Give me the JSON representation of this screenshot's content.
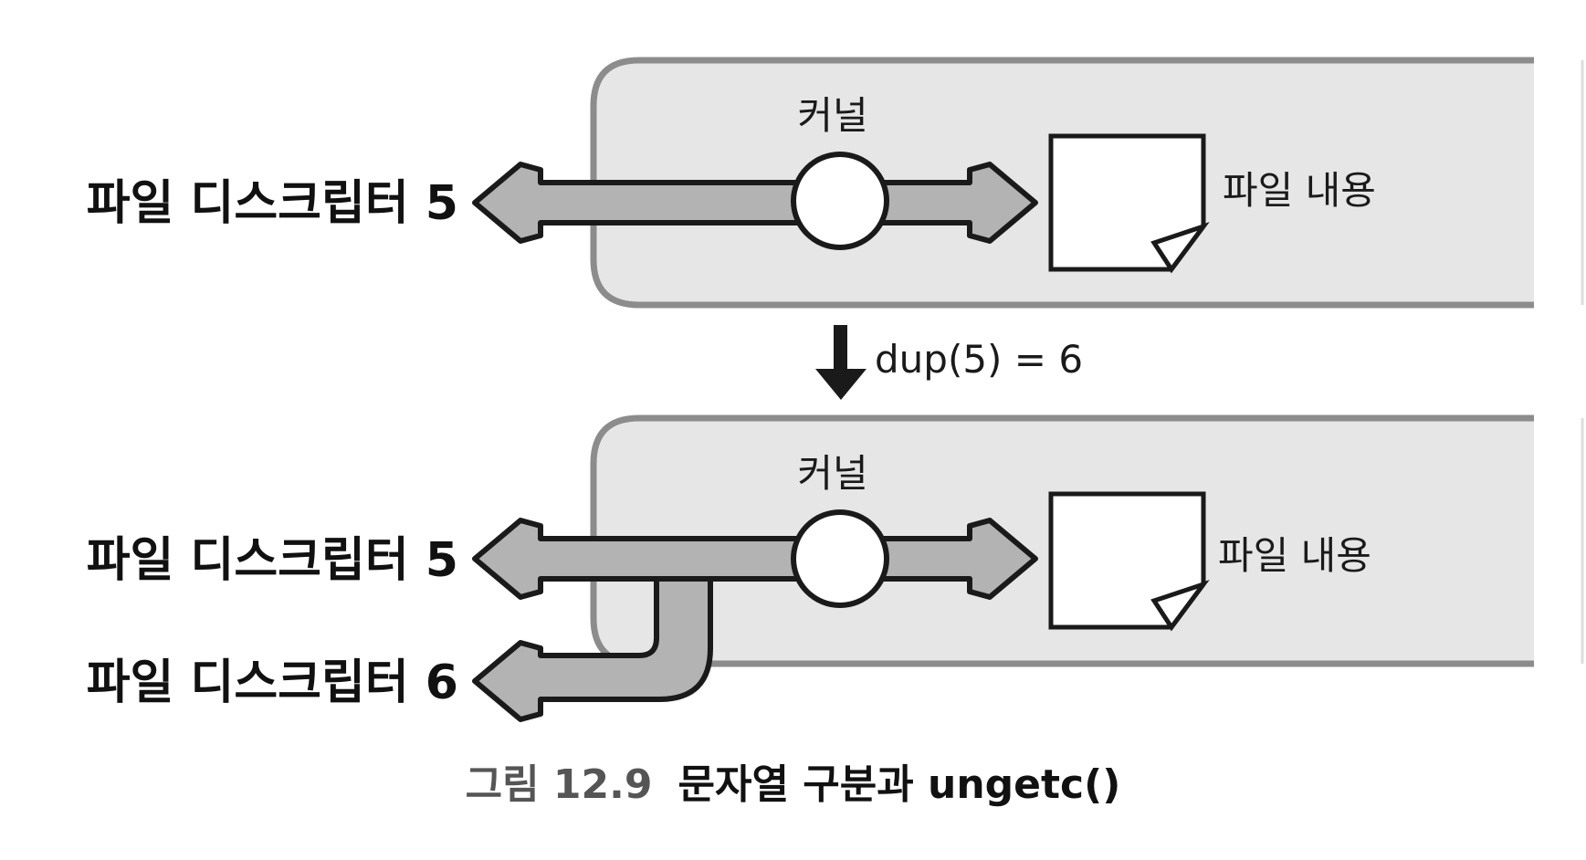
{
  "top_panel": {
    "fd_label": "파일 디스크립터 5",
    "kernel_label": "커널",
    "content_label": "파일 내용"
  },
  "dup_call": {
    "label": "dup(5) = 6"
  },
  "bottom_panel": {
    "fd_label_a": "파일 디스크립터 5",
    "fd_label_b": "파일 디스크립터 6",
    "kernel_label": "커널",
    "content_label": "파일 내용"
  },
  "caption": {
    "figure_number": "그림 12.9",
    "title": "문자열 구분과 ungetc()"
  },
  "colors": {
    "panel_fill": "#e6e6e6",
    "panel_border": "#8c8c8c",
    "arrow_fill": "#b3b3b3",
    "outline": "#1a1a1a"
  }
}
